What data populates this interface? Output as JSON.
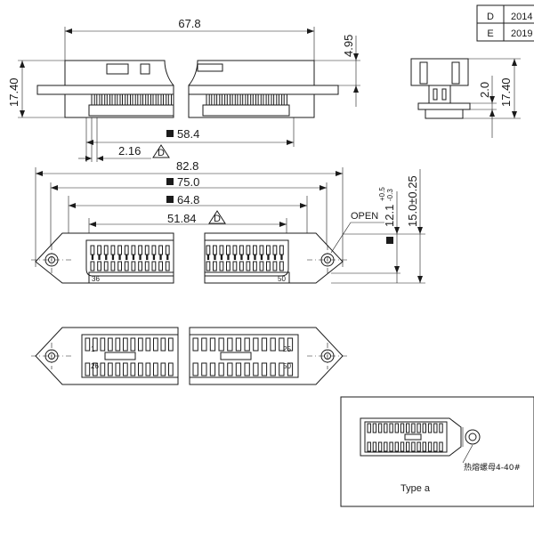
{
  "revision_table": [
    {
      "rev": "D",
      "date": "2014"
    },
    {
      "rev": "E",
      "date": "2019"
    }
  ],
  "side_view": {
    "overall_width": "67.8",
    "top_height": "4.95",
    "height": "17.40",
    "inner_width": "58.4",
    "pitch": "2.16",
    "rev_mark": "D"
  },
  "end_view": {
    "depth": "2.0",
    "height": "17.40"
  },
  "front_view": {
    "width_outer": "82.8",
    "width_mid": "75.0",
    "width_inner": "64.8",
    "contact_span": "51.84",
    "rev_mark": "D",
    "open_label": "OPEN",
    "height_outer": "15.0±0.25",
    "height_inner": "12.1",
    "height_inner_tol_plus": "+0.5",
    "height_inner_tol_minus": "-0.3",
    "pin_left": "36",
    "pin_right": "50"
  },
  "back_view": {
    "pin_labels": [
      "1",
      "25",
      "26",
      "50"
    ]
  },
  "type_a": {
    "caption": "Type a",
    "note": "热熔螺母4-40#"
  }
}
